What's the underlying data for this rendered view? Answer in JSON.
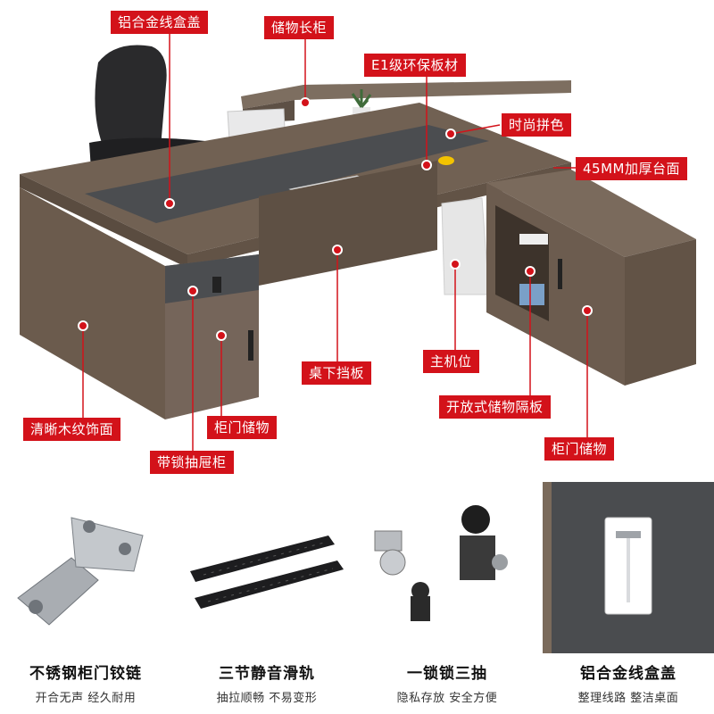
{
  "callouts": {
    "cable_cover": "铝合金线盒盖",
    "long_cabinet": "储物长柜",
    "e1_board": "E1级环保板材",
    "color_splice": "时尚拼色",
    "thick_top": "45MM加厚台面",
    "wood_finish": "清晰木纹饰面",
    "modesty_panel": "桌下挡板",
    "host_position": "主机位",
    "open_shelf": "开放式储物隔板",
    "door_storage_left": "柜门储物",
    "door_storage_right": "柜门储物",
    "lock_drawer": "带锁抽屉柜"
  },
  "features": [
    {
      "title": "不锈钢柜门铰链",
      "subtitle": "开合无声 经久耐用",
      "icon": "hinge-icon"
    },
    {
      "title": "三节静音滑轨",
      "subtitle": "抽拉顺畅 不易变形",
      "icon": "slide-rail-icon"
    },
    {
      "title": "一锁锁三抽",
      "subtitle": "隐私存放 安全方便",
      "icon": "lock-icon"
    },
    {
      "title": "铝合金线盒盖",
      "subtitle": "整理线路 整洁桌面",
      "icon": "cable-cover-icon"
    }
  ],
  "colors": {
    "accent": "#d3121a",
    "wood": "#6e5f52",
    "wood_dark": "#5a4c40",
    "strip": "#4b4d50",
    "cabinet_door": "#7a6a5b"
  }
}
